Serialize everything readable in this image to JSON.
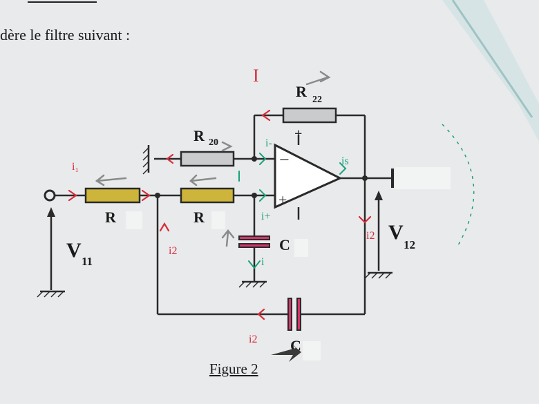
{
  "intro_text": "dère le filtre suivant :",
  "figure_caption": "Figure 2",
  "labels": {
    "r22": "R",
    "r22_sub": "22",
    "r20": "R",
    "r20_sub": "20",
    "r_left": "R",
    "r_mid": "R",
    "c_shunt": "C",
    "c_feedback": "C",
    "v_in": "V",
    "v_in_sub": "11",
    "v_out": "V",
    "v_out_sub": "12",
    "opamp_minus": "−",
    "opamp_plus": "+"
  },
  "annotations": {
    "current_i": "I",
    "i1": "i₁",
    "i2_a": "i2",
    "i2_b": "i2",
    "i2_c": "i2",
    "i_minus": "i-",
    "i_plus": "i+",
    "i_s": "is",
    "i_cap": "i"
  },
  "colors": {
    "paper": "#e9eaec",
    "wire": "#2a2a2a",
    "resistor_grey": "#c9cbcd",
    "resistor_yellow": "#cdb43a",
    "capacitor_pink": "#d8336a",
    "annot_red": "#d92b3a",
    "annot_green": "#1aa07a",
    "annot_grey": "#8a8a8a"
  }
}
